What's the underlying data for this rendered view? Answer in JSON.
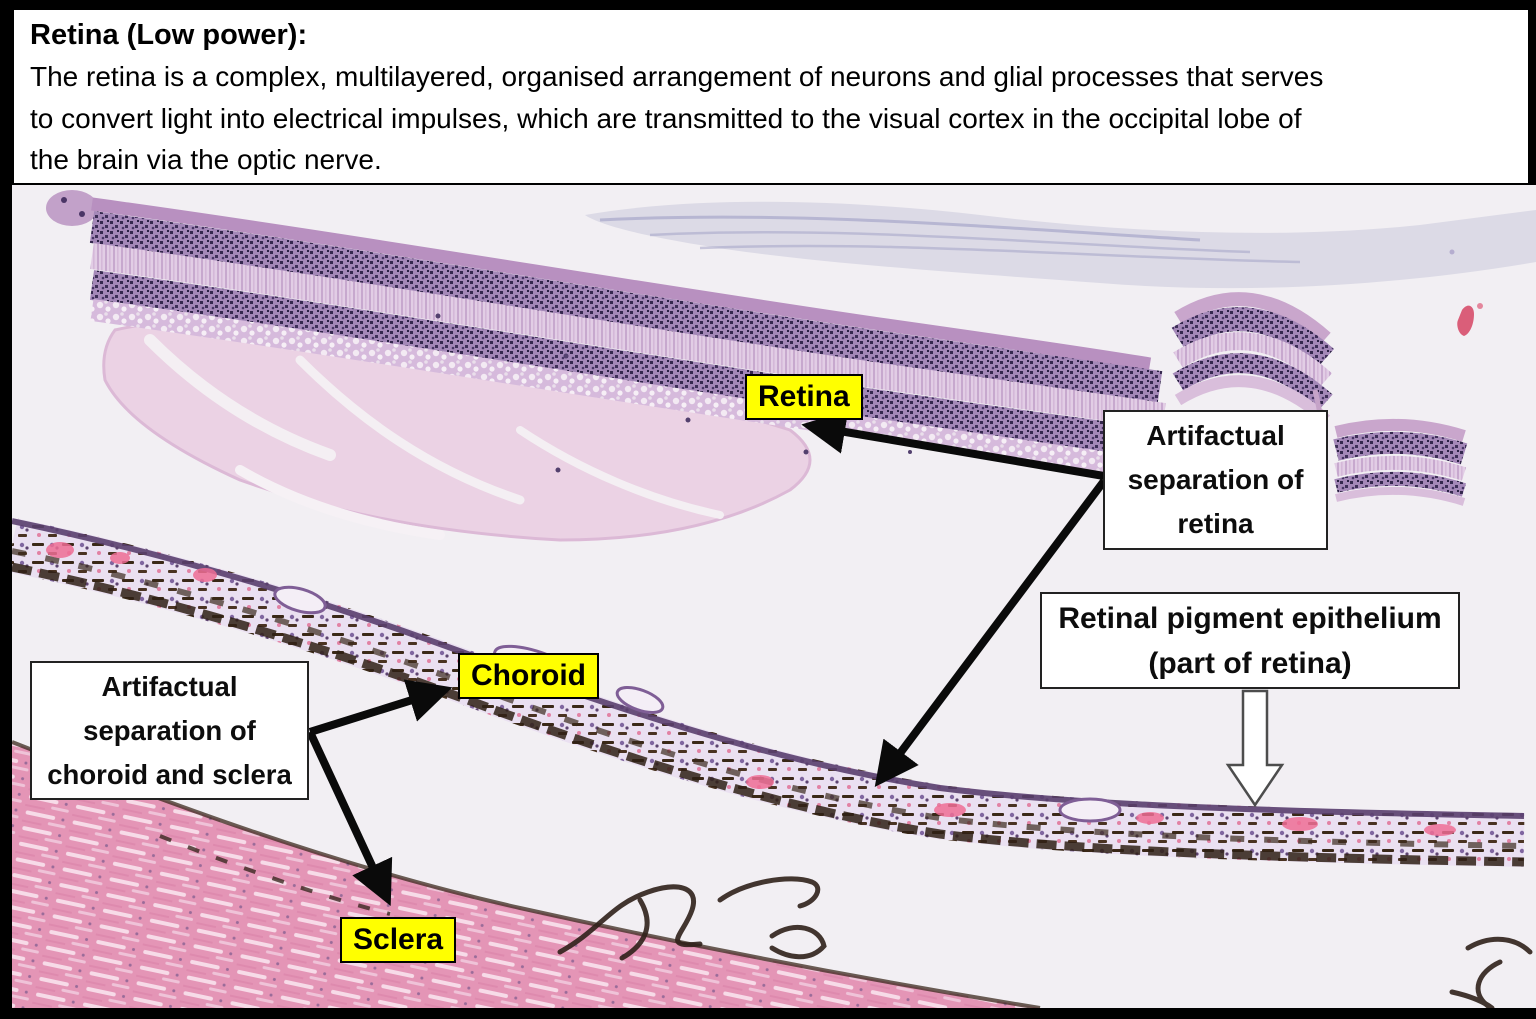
{
  "header": {
    "title": "Retina (Low power):",
    "body_lines": [
      "The retina is a complex, multilayered, organised arrangement of neurons and glial processes that serves",
      "to convert light into electrical impulses, which are transmitted to the visual cortex in the occipital lobe of",
      "the brain via the optic nerve."
    ]
  },
  "annotations": {
    "retina_label": "Retina",
    "choroid_label": "Choroid",
    "sclera_label": "Sclera",
    "artifactual_retina": {
      "line1": "Artifactual",
      "line2": "separation of",
      "line3": "retina"
    },
    "rpe": {
      "line1": "Retinal pigment epithelium",
      "line2": "(part of retina)"
    },
    "artifactual_choroid_sclera": {
      "line1": "Artifactual",
      "line2": "separation of",
      "line3": "choroid and sclera"
    }
  },
  "colors": {
    "highlight_label_bg": "#ffff00",
    "annotation_box_bg": "#ffffff",
    "text_color": "#000000",
    "frame_color": "#000000",
    "slide_background": "#f2eff3",
    "eosin_pink": "#e495b6",
    "hematoxylin_purple": "#5c4170",
    "nuclear_dark_purple": "#35284e",
    "pigment_brown": "#30211a",
    "rbc_pink": "#ee6d95",
    "membrane_blue": "#c6c6da",
    "arrow_black": "#0a0a0a",
    "block_arrow_fill": "#ffffff"
  }
}
